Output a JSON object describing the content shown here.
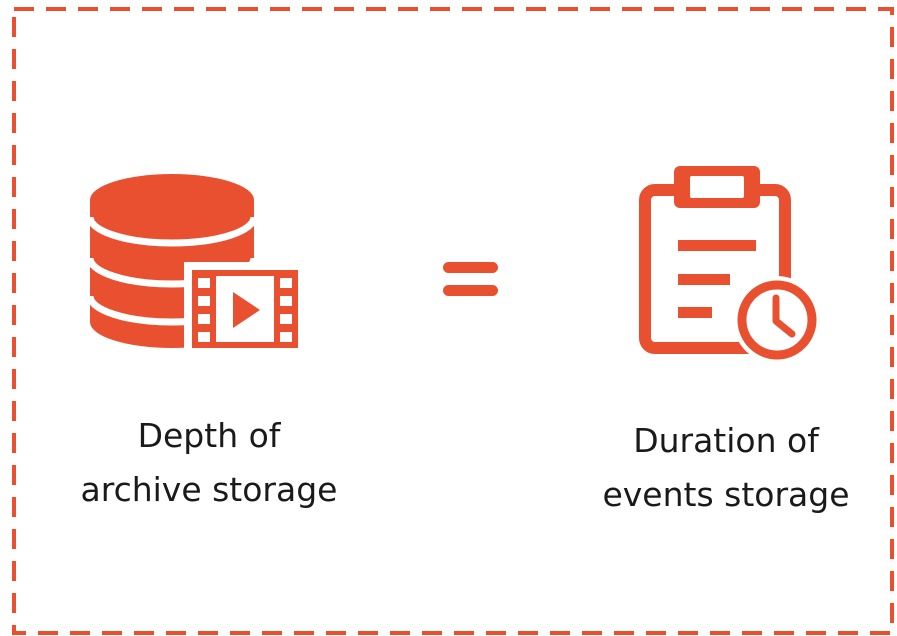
{
  "accent_color": "#e8502f",
  "left": {
    "icon": "database-video-icon",
    "label_line1": "Depth of",
    "label_line2": "archive storage"
  },
  "operator": {
    "icon": "equals-icon"
  },
  "right": {
    "icon": "clipboard-clock-icon",
    "label_line1": "Duration of",
    "label_line2": "events storage"
  }
}
